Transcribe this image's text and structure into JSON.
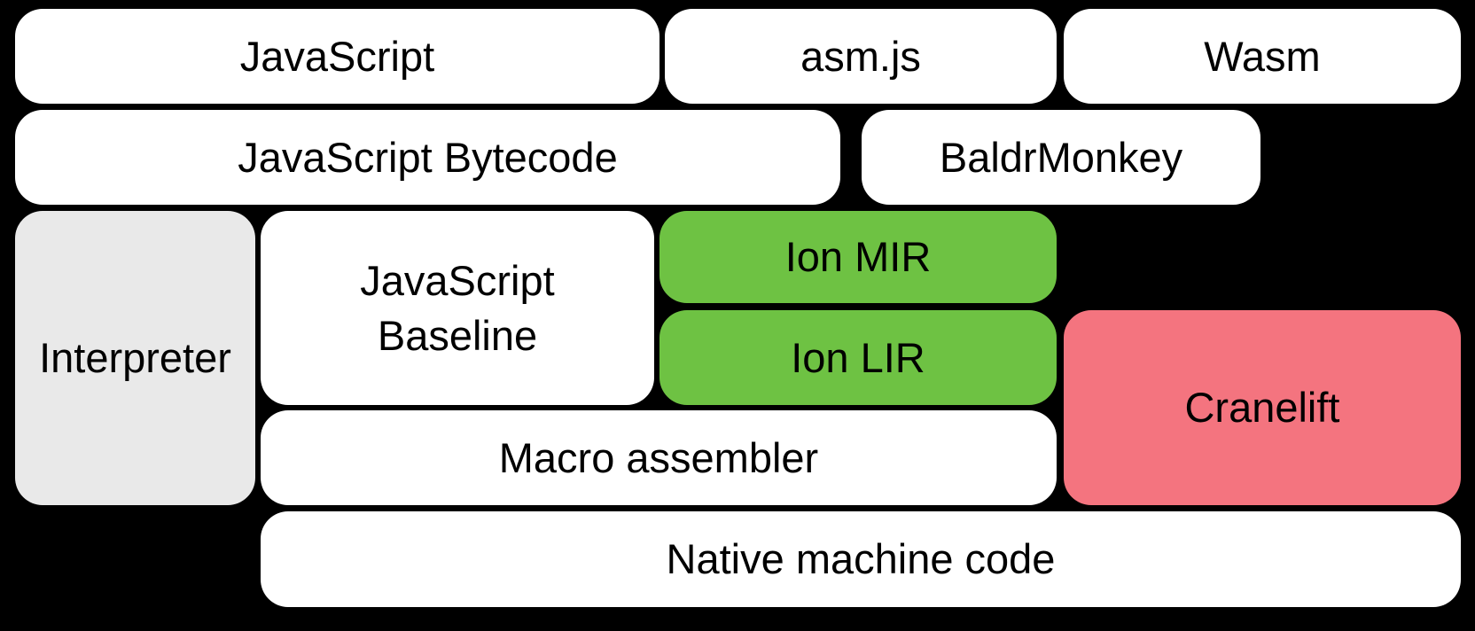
{
  "diagram": {
    "title": "SpiderMonkey compiler pipeline diagram",
    "background_color": "#000000",
    "text_color": "#000000",
    "colors": {
      "box_white": "#ffffff",
      "box_gray": "#e9e9e9",
      "box_green": "#6ec243",
      "box_pink": "#f4747f"
    },
    "boxes": {
      "javascript": {
        "label": "JavaScript"
      },
      "asmjs": {
        "label": "asm.js"
      },
      "wasm": {
        "label": "Wasm"
      },
      "bytecode": {
        "label": "JavaScript Bytecode"
      },
      "baldrmonkey": {
        "label": "BaldrMonkey"
      },
      "interpreter": {
        "label": "Interpreter"
      },
      "baseline": {
        "label": "JavaScript Baseline",
        "line1": "JavaScript",
        "line2": "Baseline"
      },
      "ion_mir": {
        "label": "Ion MIR"
      },
      "ion_lir": {
        "label": "Ion LIR"
      },
      "cranelift": {
        "label": "Cranelift"
      },
      "macro_assembler": {
        "label": "Macro assembler"
      },
      "native_code": {
        "label": "Native machine code"
      }
    }
  }
}
